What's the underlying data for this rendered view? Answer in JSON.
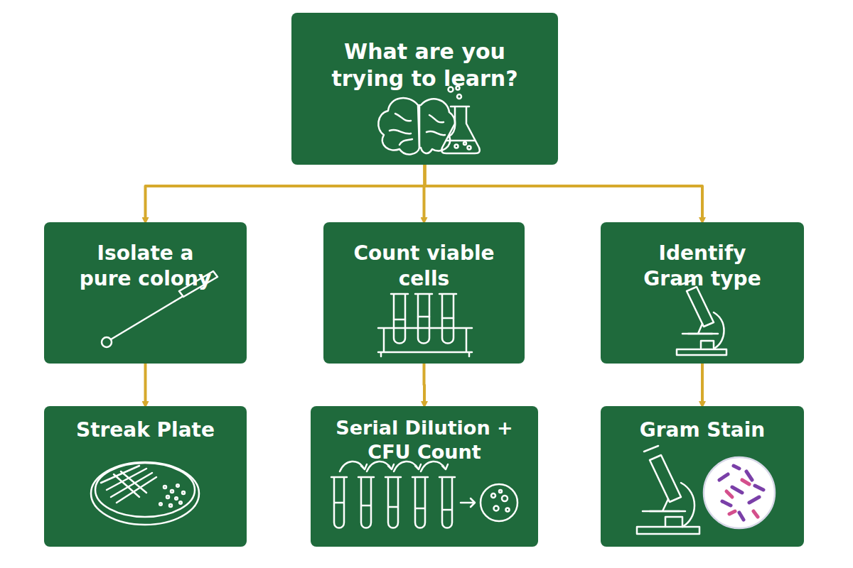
{
  "diagram": {
    "nodes": [
      {
        "text": [
          "What are you trying to learn?"
        ]
      },
      {
        "text": [
          "Isolate a pure colony"
        ]
      },
      {
        "text": [
          "Count viable cells"
        ]
      },
      {
        "text": [
          "Identify Gram type"
        ]
      },
      {
        "text": [
          "Streak Plate"
        ]
      },
      {
        "text": [
          "Serial Dilution + CFU Count"
        ]
      },
      {
        "text": [
          "Gram Stain"
        ]
      }
    ],
    "edges": [
      {
        "from": 0,
        "to": 1,
        "arrow": "to"
      },
      {
        "from": 0,
        "to": 2,
        "arrow": "to"
      },
      {
        "from": 0,
        "to": 3,
        "arrow": "to"
      },
      {
        "from": 1,
        "to": 4,
        "arrow": "to"
      },
      {
        "from": 2,
        "to": 5,
        "arrow": "to"
      },
      {
        "from": 3,
        "to": 6,
        "arrow": "to"
      }
    ]
  }
}
